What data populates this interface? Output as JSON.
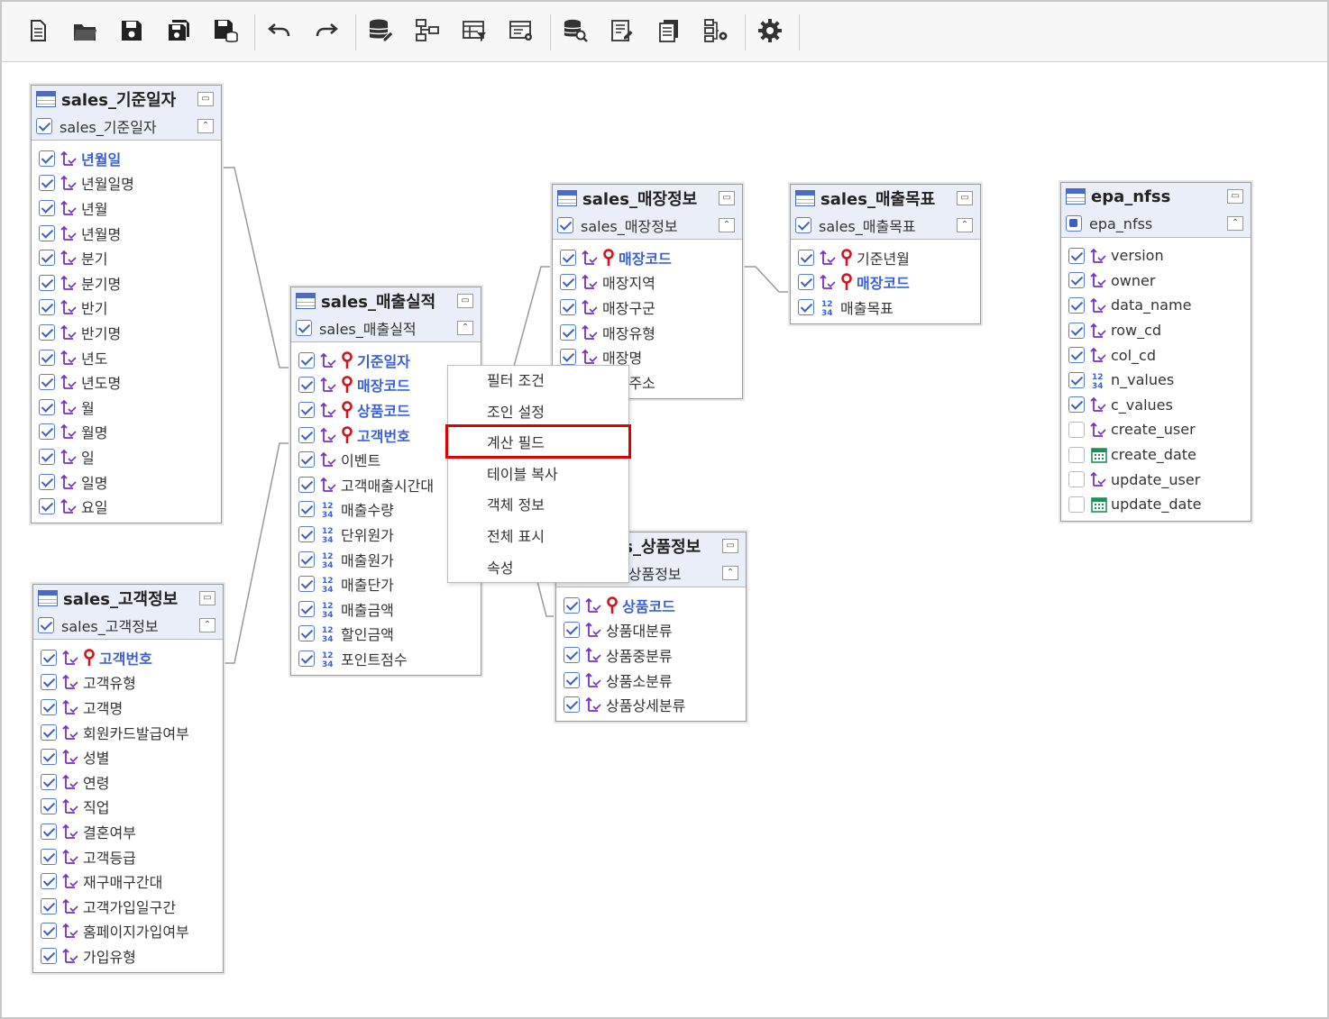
{
  "toolbar": {
    "buttons": [
      "new-document",
      "open-folder",
      "save",
      "save-all",
      "save-to-db",
      "undo",
      "redo",
      "data-source",
      "schema-tree",
      "table-filter",
      "table-settings",
      "db-search",
      "report-edit",
      "copy-document",
      "tree-settings",
      "settings"
    ]
  },
  "tables": {
    "date": {
      "name": "sales_기준일자",
      "alias": "sales_기준일자",
      "fields": [
        {
          "label": "년월일",
          "type": "str",
          "key": false,
          "highlight": true
        },
        {
          "label": "년월일명",
          "type": "str"
        },
        {
          "label": "년월",
          "type": "str"
        },
        {
          "label": "년월명",
          "type": "str"
        },
        {
          "label": "분기",
          "type": "str"
        },
        {
          "label": "분기명",
          "type": "str"
        },
        {
          "label": "반기",
          "type": "str"
        },
        {
          "label": "반기명",
          "type": "str"
        },
        {
          "label": "년도",
          "type": "str"
        },
        {
          "label": "년도명",
          "type": "str"
        },
        {
          "label": "월",
          "type": "str"
        },
        {
          "label": "월명",
          "type": "str"
        },
        {
          "label": "일",
          "type": "str"
        },
        {
          "label": "일명",
          "type": "str"
        },
        {
          "label": "요일",
          "type": "str"
        }
      ]
    },
    "customer": {
      "name": "sales_고객정보",
      "alias": "sales_고객정보",
      "fields": [
        {
          "label": "고객번호",
          "type": "str",
          "key": true,
          "highlight": true
        },
        {
          "label": "고객유형",
          "type": "str"
        },
        {
          "label": "고객명",
          "type": "str"
        },
        {
          "label": "회원카드발급여부",
          "type": "str"
        },
        {
          "label": "성별",
          "type": "str"
        },
        {
          "label": "연령",
          "type": "str"
        },
        {
          "label": "직업",
          "type": "str"
        },
        {
          "label": "결혼여부",
          "type": "str"
        },
        {
          "label": "고객등급",
          "type": "str"
        },
        {
          "label": "재구매구간대",
          "type": "str"
        },
        {
          "label": "고객가입일구간",
          "type": "str"
        },
        {
          "label": "홈페이지가입여부",
          "type": "str"
        },
        {
          "label": "가입유형",
          "type": "str"
        }
      ]
    },
    "sales": {
      "name": "sales_매출실적",
      "alias": "sales_매출실적",
      "fields": [
        {
          "label": "기준일자",
          "type": "str",
          "key": true,
          "highlight": true
        },
        {
          "label": "매장코드",
          "type": "str",
          "key": true,
          "highlight": true
        },
        {
          "label": "상품코드",
          "type": "str",
          "key": true,
          "highlight": true
        },
        {
          "label": "고객번호",
          "type": "str",
          "key": true,
          "highlight": true
        },
        {
          "label": "이벤트",
          "type": "str"
        },
        {
          "label": "고객매출시간대",
          "type": "str"
        },
        {
          "label": "매출수량",
          "type": "num"
        },
        {
          "label": "단위원가",
          "type": "num"
        },
        {
          "label": "매출원가",
          "type": "num"
        },
        {
          "label": "매출단가",
          "type": "num"
        },
        {
          "label": "매출금액",
          "type": "num"
        },
        {
          "label": "할인금액",
          "type": "num"
        },
        {
          "label": "포인트점수",
          "type": "num"
        }
      ]
    },
    "store": {
      "name": "sales_매장정보",
      "alias": "sales_매장정보",
      "fields": [
        {
          "label": "매장코드",
          "type": "str",
          "key": true,
          "highlight": true
        },
        {
          "label": "매장지역",
          "type": "str"
        },
        {
          "label": "매장구군",
          "type": "str"
        },
        {
          "label": "매장유형",
          "type": "str"
        },
        {
          "label": "매장명",
          "type": "str"
        },
        {
          "label": "매장주소",
          "type": "str"
        }
      ]
    },
    "target": {
      "name": "sales_매출목표",
      "alias": "sales_매출목표",
      "fields": [
        {
          "label": "기준년월",
          "type": "str",
          "key": true
        },
        {
          "label": "매장코드",
          "type": "str",
          "key": true,
          "highlight": true
        },
        {
          "label": "매출목표",
          "type": "num"
        }
      ]
    },
    "product": {
      "name": "sales_상품정보",
      "alias": "sales_상품정보",
      "fields": [
        {
          "label": "상품코드",
          "type": "str",
          "key": true,
          "highlight": true
        },
        {
          "label": "상품대분류",
          "type": "str"
        },
        {
          "label": "상품중분류",
          "type": "str"
        },
        {
          "label": "상품소분류",
          "type": "str"
        },
        {
          "label": "상품상세분류",
          "type": "str"
        }
      ]
    },
    "epa": {
      "name": "epa_nfss",
      "alias": "epa_nfss",
      "fields": [
        {
          "label": "version",
          "type": "str",
          "checked": true
        },
        {
          "label": "owner",
          "type": "str",
          "checked": true
        },
        {
          "label": "data_name",
          "type": "str",
          "checked": true
        },
        {
          "label": "row_cd",
          "type": "str",
          "checked": true
        },
        {
          "label": "col_cd",
          "type": "str",
          "checked": true
        },
        {
          "label": "n_values",
          "type": "num",
          "checked": true
        },
        {
          "label": "c_values",
          "type": "str",
          "checked": true
        },
        {
          "label": "create_user",
          "type": "str",
          "checked": false
        },
        {
          "label": "create_date",
          "type": "date",
          "checked": false
        },
        {
          "label": "update_user",
          "type": "str",
          "checked": false
        },
        {
          "label": "update_date",
          "type": "date",
          "checked": false
        }
      ]
    }
  },
  "context_menu": {
    "items": [
      "필터 조건",
      "조인 설정",
      "계산 필드",
      "테이블 복사",
      "객체 정보",
      "전체 표시",
      "속성"
    ],
    "highlighted": "계산 필드"
  },
  "colors": {
    "key_text": "#3b5fd8",
    "key_icon": "#d4141c",
    "str_icon": "#7a2fc0",
    "num_icon": "#3b5fd8",
    "date_icon": "#1e8f5a",
    "highlight_box": "#e00000"
  }
}
